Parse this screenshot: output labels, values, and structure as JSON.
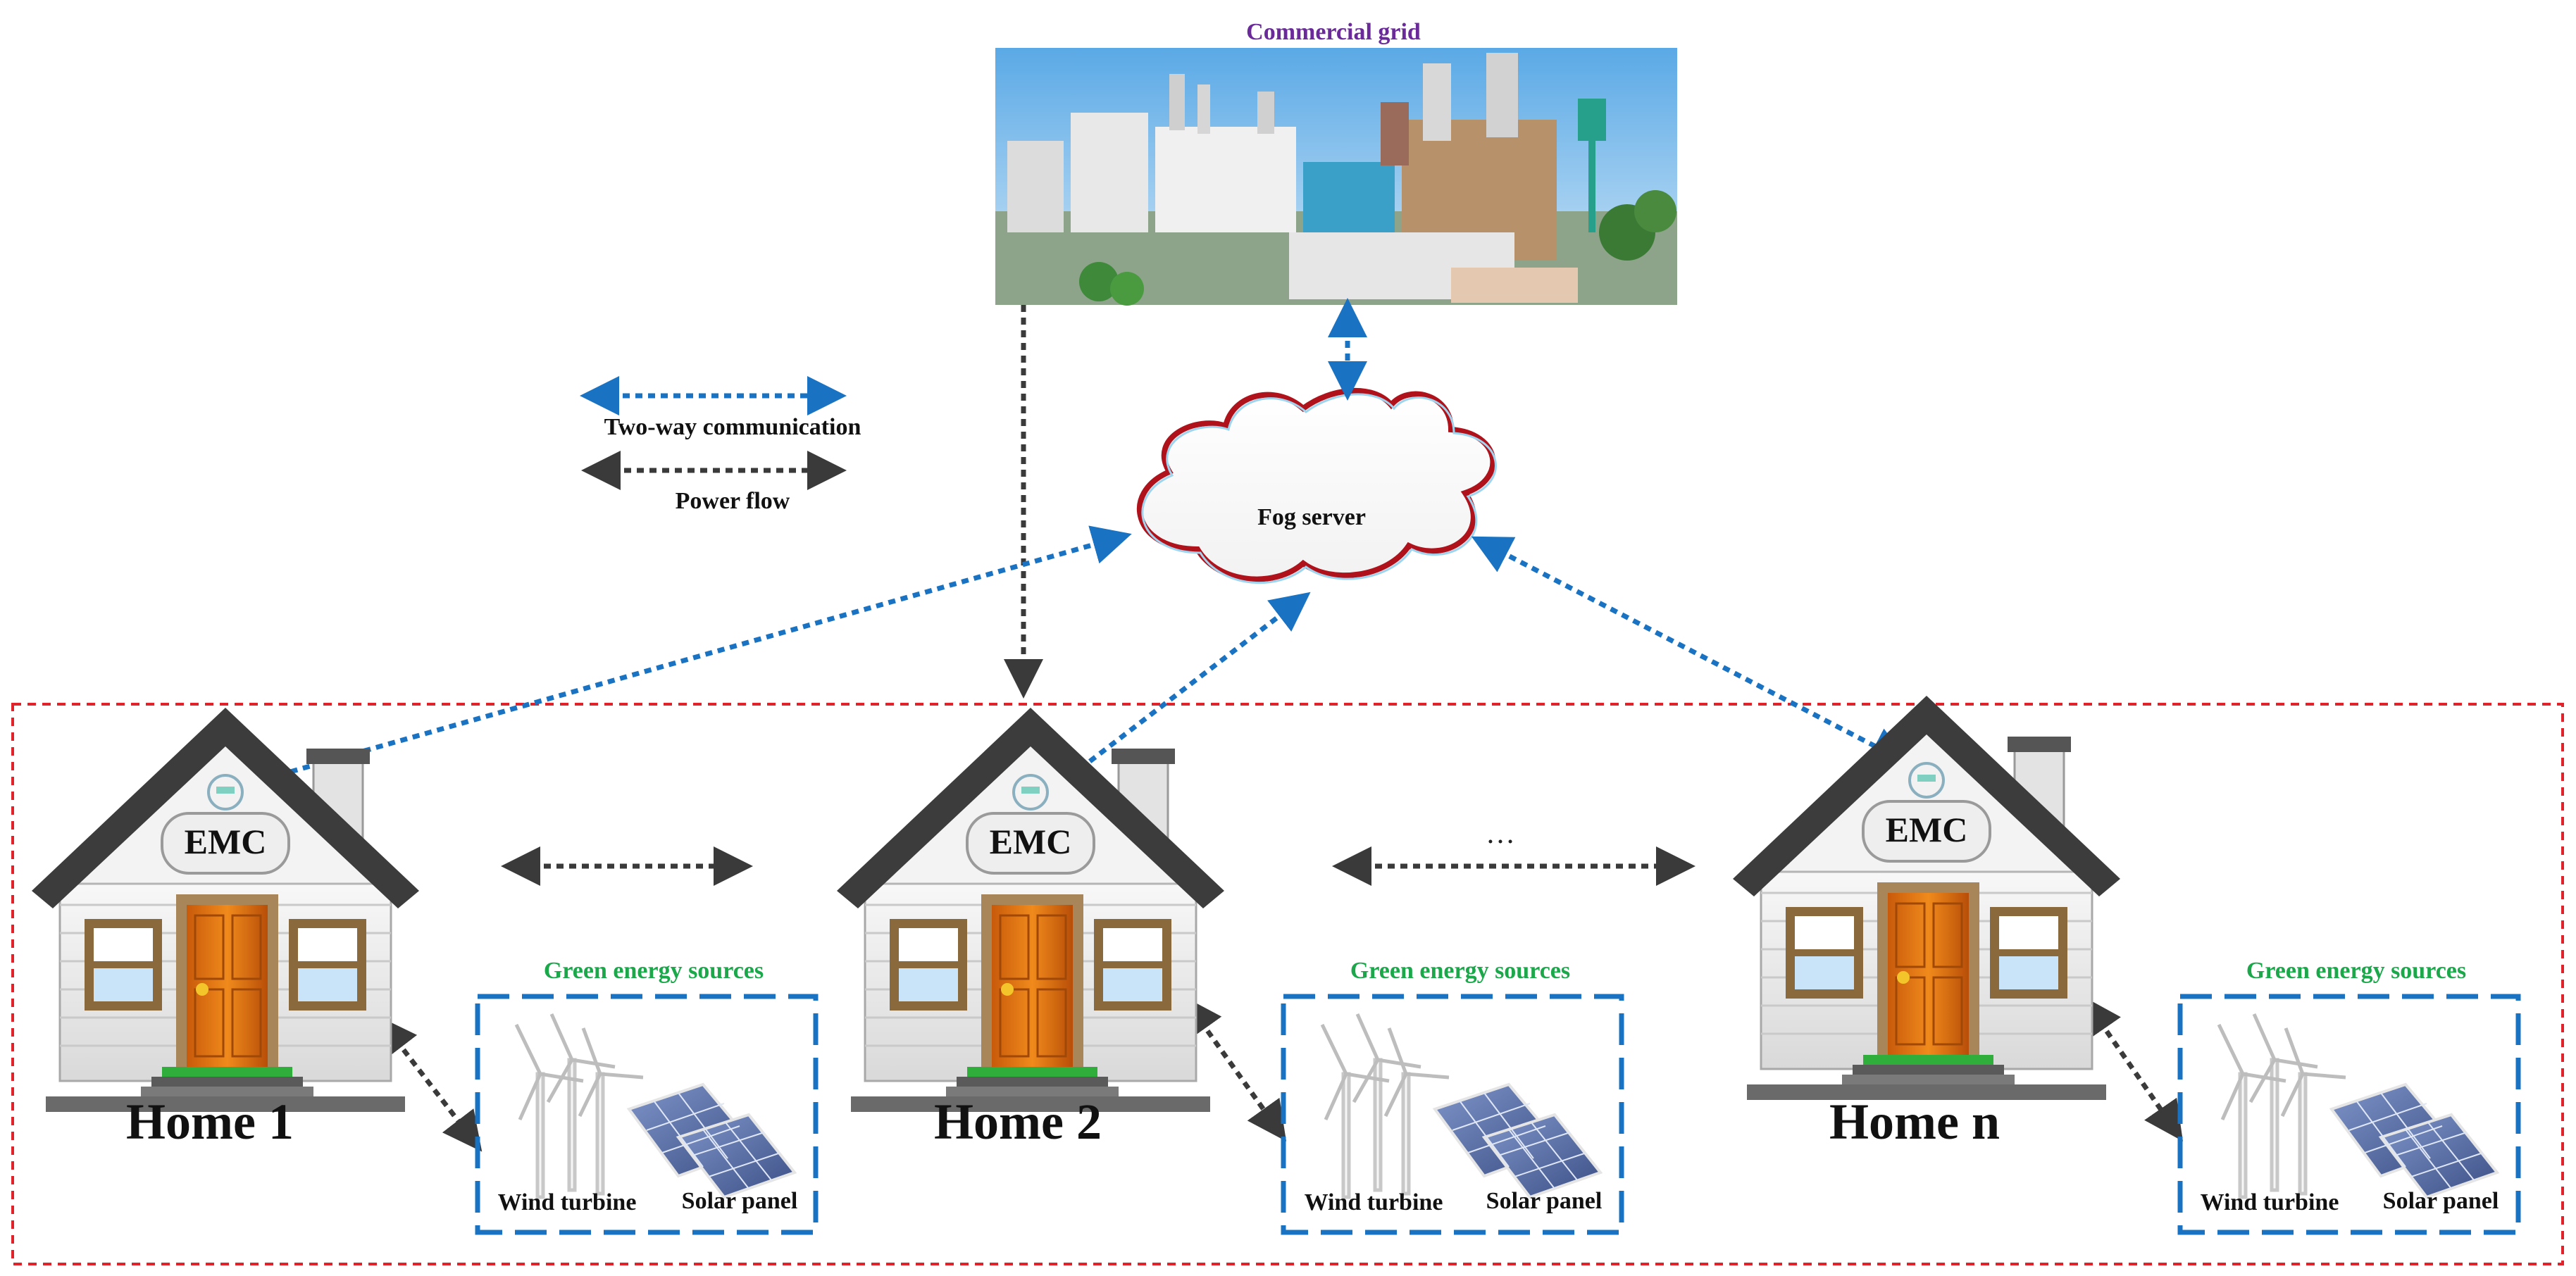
{
  "grid": {
    "label": "Commercial grid"
  },
  "fog": {
    "label": "Fog server"
  },
  "legend": {
    "communication": "Two-way communication",
    "power": "Power flow"
  },
  "homes": [
    {
      "label": "Home 1",
      "controller": "EMC",
      "sources": {
        "title": "Green energy sources",
        "wind": "Wind turbine",
        "solar": "Solar panel"
      }
    },
    {
      "label": "Home 2",
      "controller": "EMC",
      "sources": {
        "title": "Green energy sources",
        "wind": "Wind turbine",
        "solar": "Solar panel"
      }
    },
    {
      "label": "Home n",
      "controller": "EMC",
      "sources": {
        "title": "Green energy sources",
        "wind": "Wind turbine",
        "solar": "Solar panel"
      }
    }
  ],
  "ellipsis": "…",
  "colors": {
    "communication": "#1a73c2",
    "power": "#3a3a3a",
    "cloud_stroke": "#b0121b",
    "grid_label": "#6a2a9a",
    "green_label": "#1aa84a",
    "region_border": "#e0222a",
    "source_border": "#1a73c2"
  }
}
